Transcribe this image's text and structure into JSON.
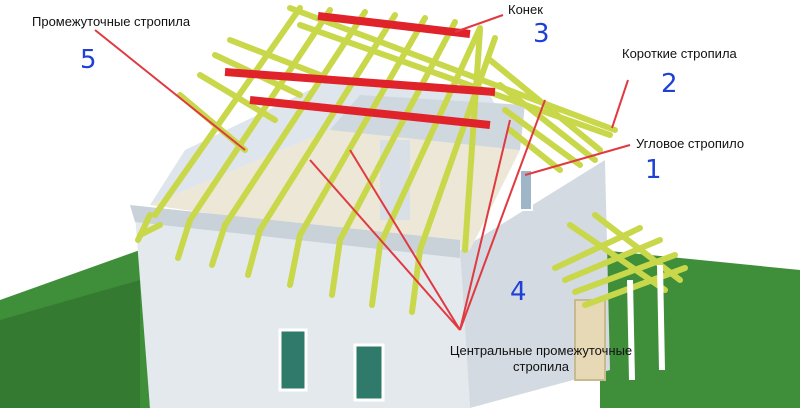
{
  "labels": {
    "intermediate_rafters": "Промежуточные стропила",
    "ridge": "Конек",
    "short_rafters": "Короткие стропила",
    "hip_rafter": "Угловое стропило",
    "central_intermediate_line1": "Центральные промежуточные",
    "central_intermediate_line2": "стропила"
  },
  "numbers": {
    "n1": "1",
    "n2": "2",
    "n3": "3",
    "n4": "4",
    "n5": "5"
  },
  "colors": {
    "sky": "#ffffff",
    "grass": "#3f8f3a",
    "wall": "#e4e9ee",
    "wall_shadow": "#c9d1d9",
    "floor": "#ece7d6",
    "rafter": "#c9d84a",
    "rafter_edge": "#8f9a25",
    "ridge": "#e0222b",
    "arrow": "#e03a40",
    "number": "#1f3fd6"
  }
}
